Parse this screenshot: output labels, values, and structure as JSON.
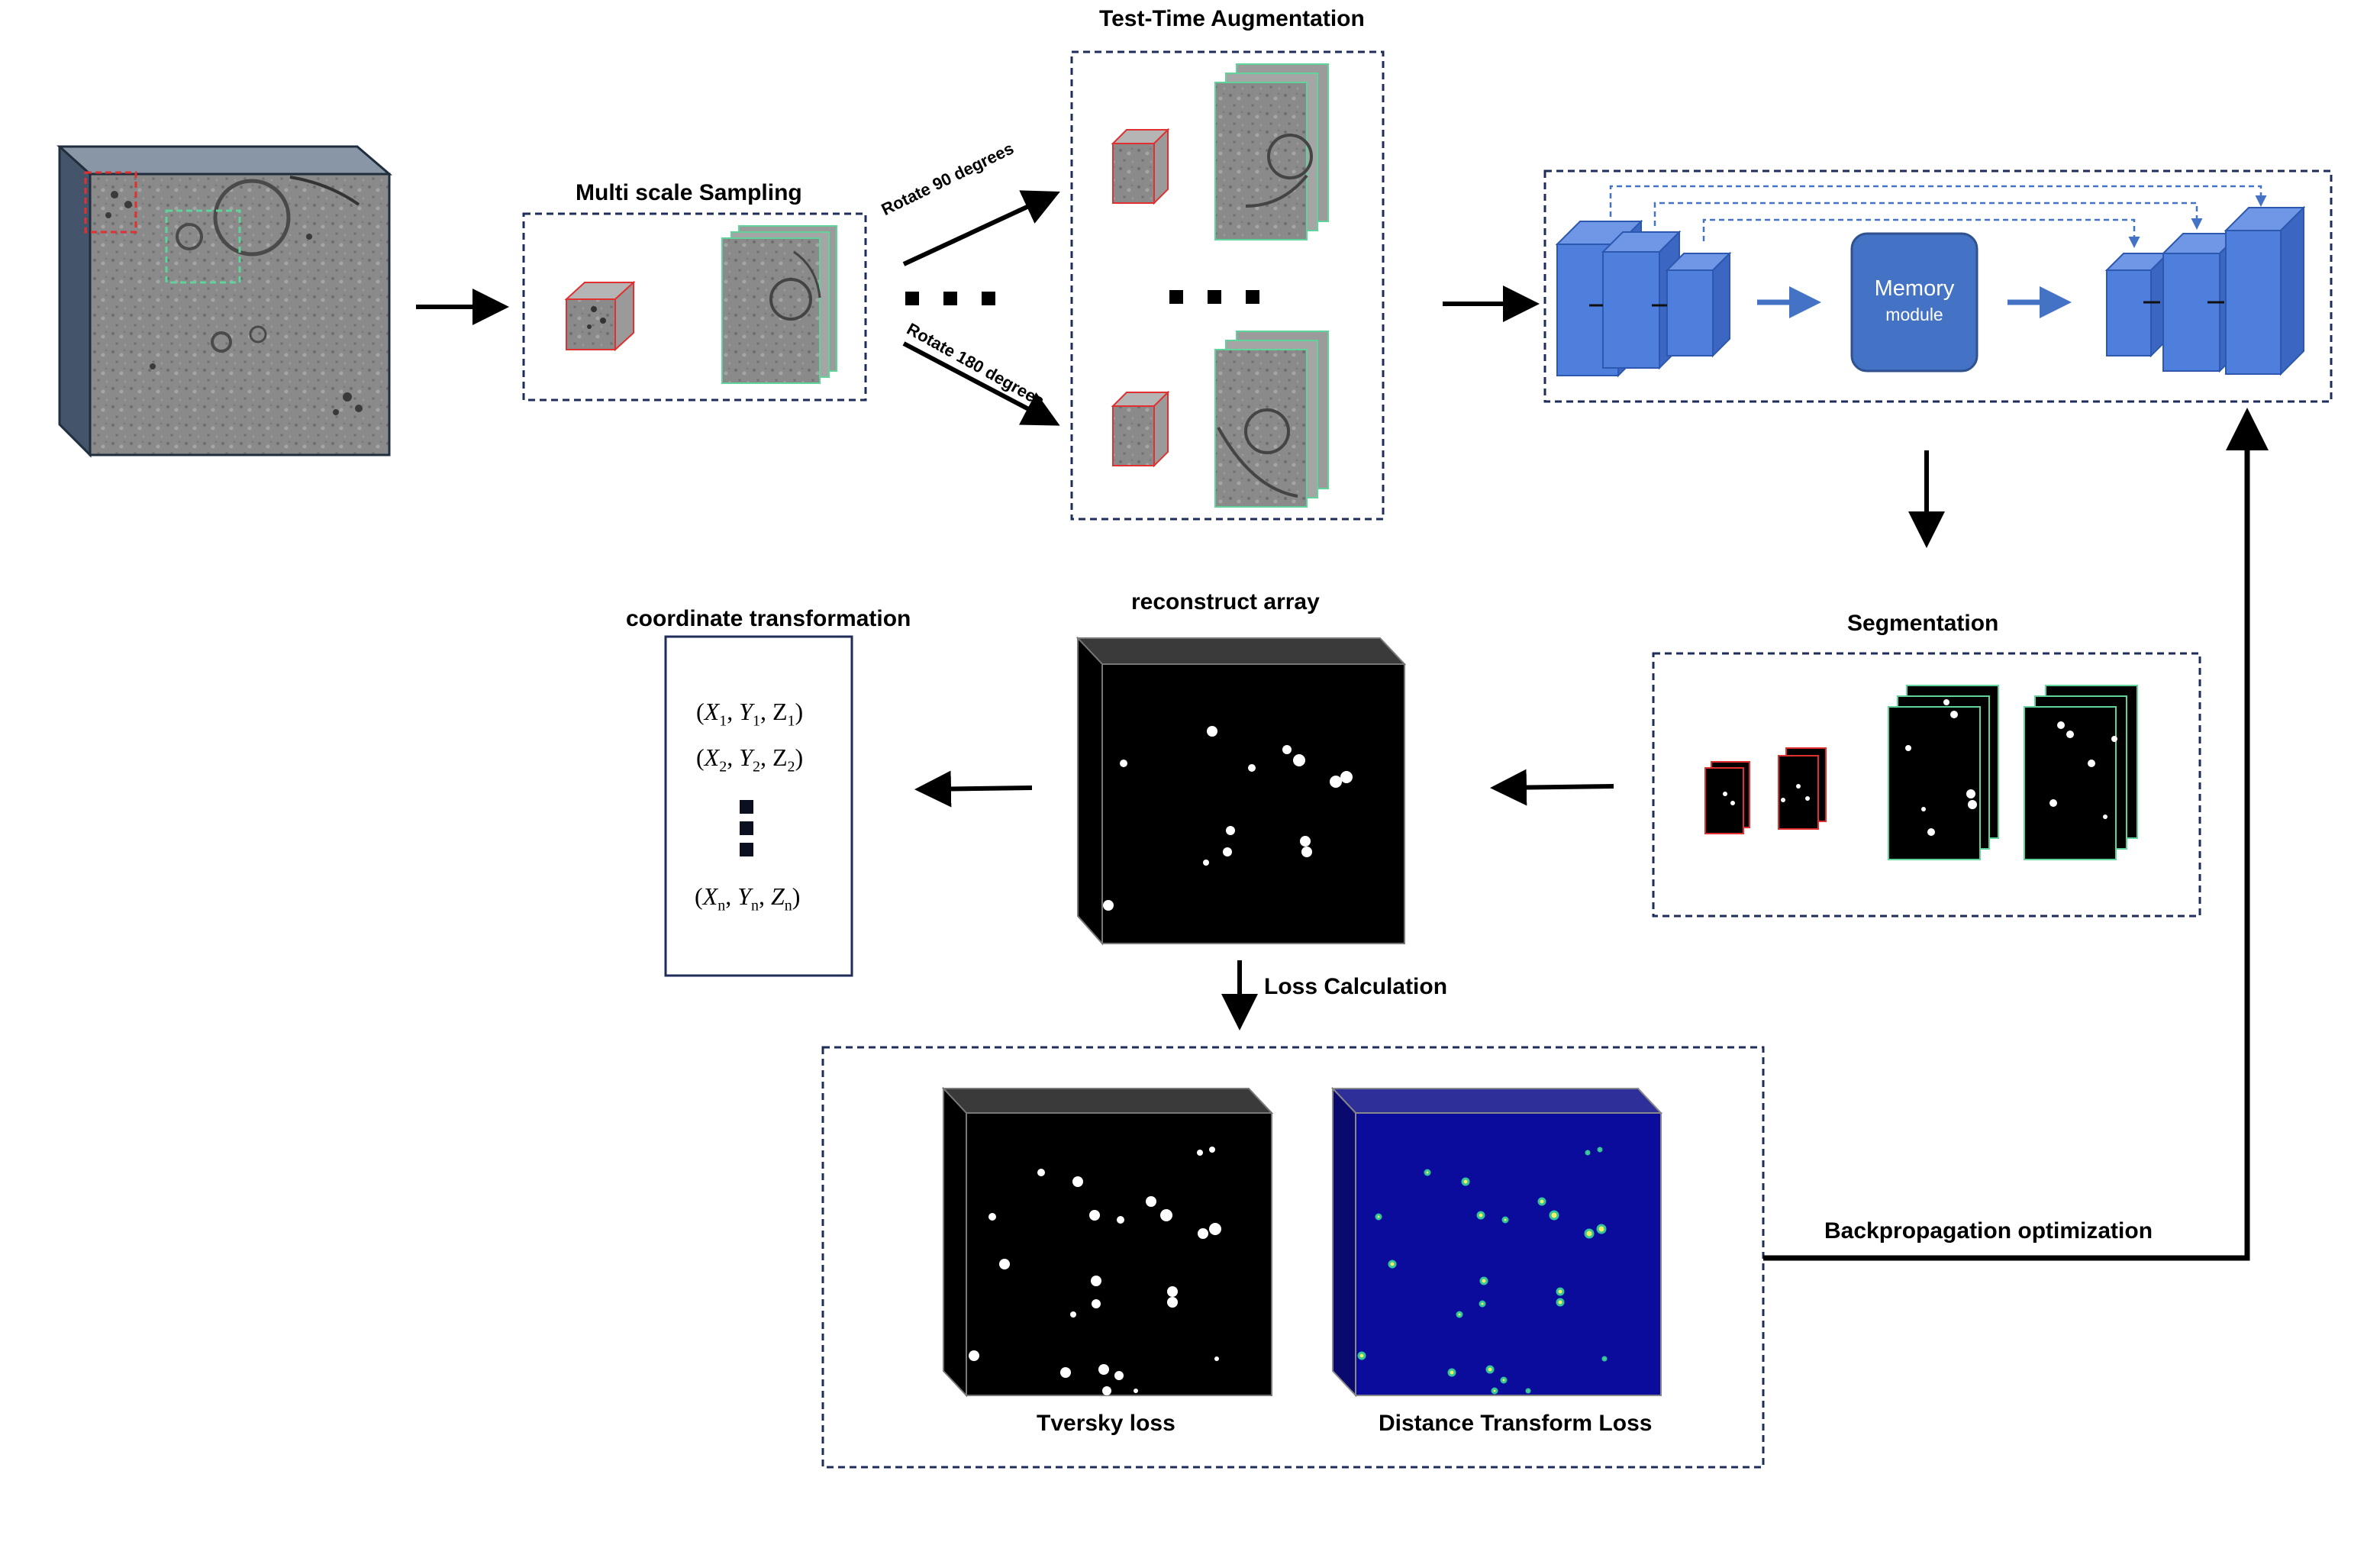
{
  "labels": {
    "multi_scale_sampling": "Multi scale Sampling",
    "test_time_augmentation": "Test-Time Augmentation",
    "rotate_90": "Rotate 90 degrees",
    "rotate_180": "Rotate 180 degrees",
    "memory_line1": "Memory",
    "memory_line2": "module",
    "segmentation": "Segmentation",
    "reconstruct_array": "reconstruct array",
    "coordinate_transformation": "coordinate transformation",
    "loss_calculation": "Loss Calculation",
    "tversky_loss": "Tversky loss",
    "distance_transform_loss": "Distance Transform Loss",
    "backpropagation_optimization": "Backpropagation optimization"
  },
  "coordinates": [
    {
      "x": "X",
      "y": "Y",
      "z": "Z",
      "sub": "1"
    },
    {
      "x": "X",
      "y": "Y",
      "z": "Z",
      "sub": "2"
    },
    {
      "x": "X",
      "y": "Y",
      "z": "Z",
      "sub": "n"
    }
  ],
  "colors": {
    "box_border": "#1f2d5a",
    "network_blue": "#4f7fdd",
    "memory_blue": "#4472c4",
    "arrow_blue": "#4472c4",
    "crop_red": "#e03030",
    "crop_green": "#5fd39a",
    "distance_map_bg": "#0b0b9c"
  },
  "icons": [
    "tomogram-cube",
    "cube-patch",
    "network-encoder",
    "network-decoder",
    "memory-module",
    "segmentation-volume",
    "reconstruct-volume",
    "tversky-volume",
    "distance-volume"
  ]
}
